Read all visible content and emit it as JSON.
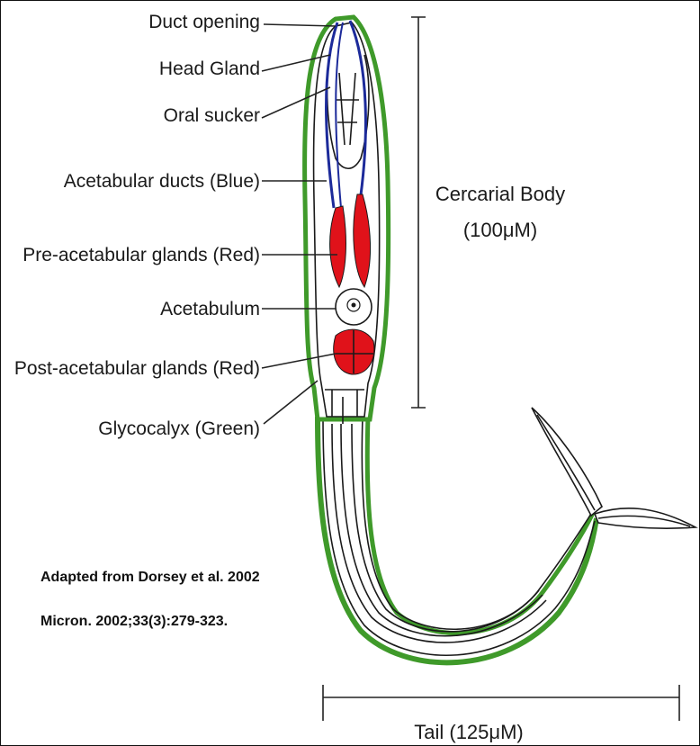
{
  "labels": {
    "duct_opening": "Duct opening",
    "head_gland": "Head Gland",
    "oral_sucker": "Oral sucker",
    "acetabular_ducts": "Acetabular ducts (Blue)",
    "pre_acetabular_glands": "Pre-acetabular glands  (Red)",
    "acetabulum": "Acetabulum",
    "post_acetabular_glands": "Post-acetabular glands (Red)",
    "glycocalyx": "Glycocalyx (Green)"
  },
  "measurements": {
    "body_label": "Cercarial Body",
    "body_size": "(100μM)",
    "tail_label": "Tail  (125μM)"
  },
  "citation": {
    "line1": "Adapted from Dorsey et al. 2002",
    "line2": "Micron. 2002;33(3):279-323."
  },
  "colors": {
    "glycocalyx": "#3f9a2a",
    "ducts": "#1c2a9a",
    "glands": "#e0121a",
    "outline": "#1a1a1a"
  }
}
